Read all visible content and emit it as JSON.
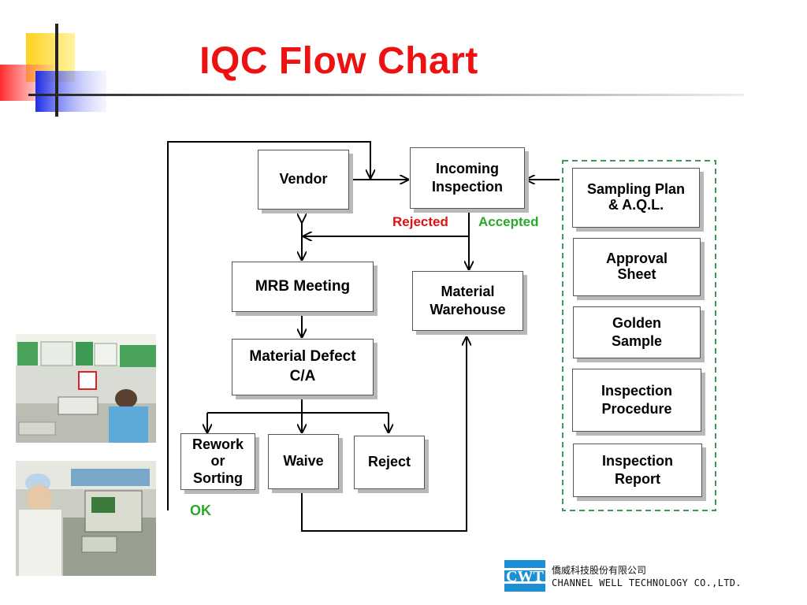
{
  "slide": {
    "title": "IQC Flow Chart",
    "colors": {
      "title": "#ee1111",
      "rejected": "#e01010",
      "accepted": "#2aa82a",
      "dashed_border": "#3a9a5a",
      "logo_blue": "#1d8fd6"
    }
  },
  "flow": {
    "vendor": "Vendor",
    "incoming_inspection": "Incoming\nInspection",
    "rejected": "Rejected",
    "accepted": "Accepted",
    "mrb_meeting": "MRB Meeting",
    "material_warehouse": "Material\nWarehouse",
    "material_defect": "Material Defect\nC/A",
    "rework": "Rework\nor\nSorting",
    "waive": "Waive",
    "reject": "Reject",
    "ok": "OK"
  },
  "references": {
    "items": [
      "Sampling Plan\n& A.Q.L.",
      "Approval\nSheet",
      "Golden\nSample",
      "Inspection\nProcedure",
      "Inspection\nReport"
    ]
  },
  "footer": {
    "logo_text": "CWT",
    "company_cn": "僑威科技股份有限公司",
    "company_en": "CHANNEL WELL TECHNOLOGY CO.,LTD."
  }
}
